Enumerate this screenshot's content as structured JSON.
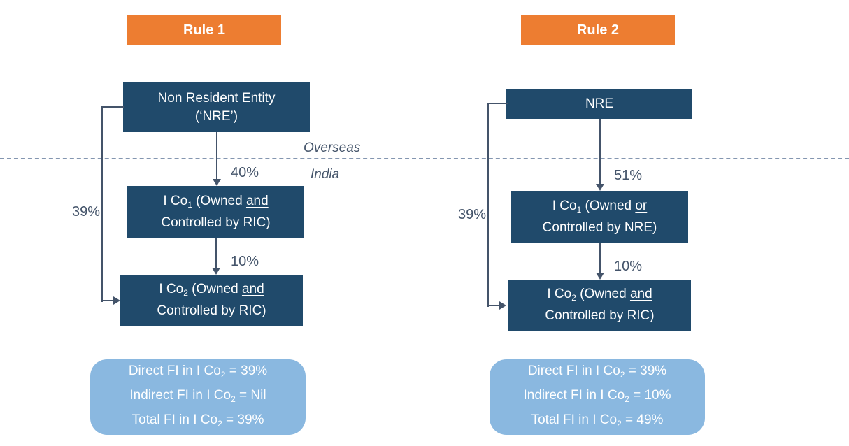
{
  "colors": {
    "orange": "#ED7D31",
    "navy": "#204A6B",
    "lightblue": "#8AB8E0",
    "line": "#44546A",
    "dash": "#8496B0",
    "label": "#44546A"
  },
  "separator": {
    "overseas_label": "Overseas",
    "india_label": "India"
  },
  "columns": [
    {
      "header": "Rule 1",
      "top_box": {
        "line1": "Non Resident Entity",
        "line2": "(‘NRE’)"
      },
      "arrow1_label": "40%",
      "co1": {
        "pre": "I Co",
        "sub": "1",
        "mid": " (Owned ",
        "conj": "and",
        "line2": "Controlled by RIC)"
      },
      "arrow2_label": "10%",
      "co2": {
        "pre": "I Co",
        "sub": "2",
        "mid": " (Owned ",
        "conj": "and",
        "line2": "Controlled by RIC)"
      },
      "bypass_label": "39%",
      "summary": [
        {
          "pre": "Direct FI in I Co",
          "sub": "2",
          "post": " = 39%"
        },
        {
          "pre": "Indirect FI in I Co",
          "sub": "2",
          "post": " = Nil"
        },
        {
          "pre": "Total FI in I Co",
          "sub": "2",
          "post": " = 39%"
        }
      ]
    },
    {
      "header": "Rule 2",
      "top_box": {
        "line1": "NRE"
      },
      "arrow1_label": "51%",
      "co1": {
        "pre": "I Co",
        "sub": "1",
        "mid": " (Owned ",
        "conj": "or",
        "line2": "Controlled by NRE)"
      },
      "arrow2_label": "10%",
      "co2": {
        "pre": "I Co",
        "sub": "2",
        "mid": " (Owned ",
        "conj": "and",
        "line2": "Controlled by RIC)"
      },
      "bypass_label": "39%",
      "summary": [
        {
          "pre": "Direct FI in I Co",
          "sub": "2",
          "post": " = 39%"
        },
        {
          "pre": "Indirect FI in I Co",
          "sub": "2",
          "post": " = 10%"
        },
        {
          "pre": "Total FI in I Co",
          "sub": "2",
          "post": " = 49%"
        }
      ]
    }
  ]
}
